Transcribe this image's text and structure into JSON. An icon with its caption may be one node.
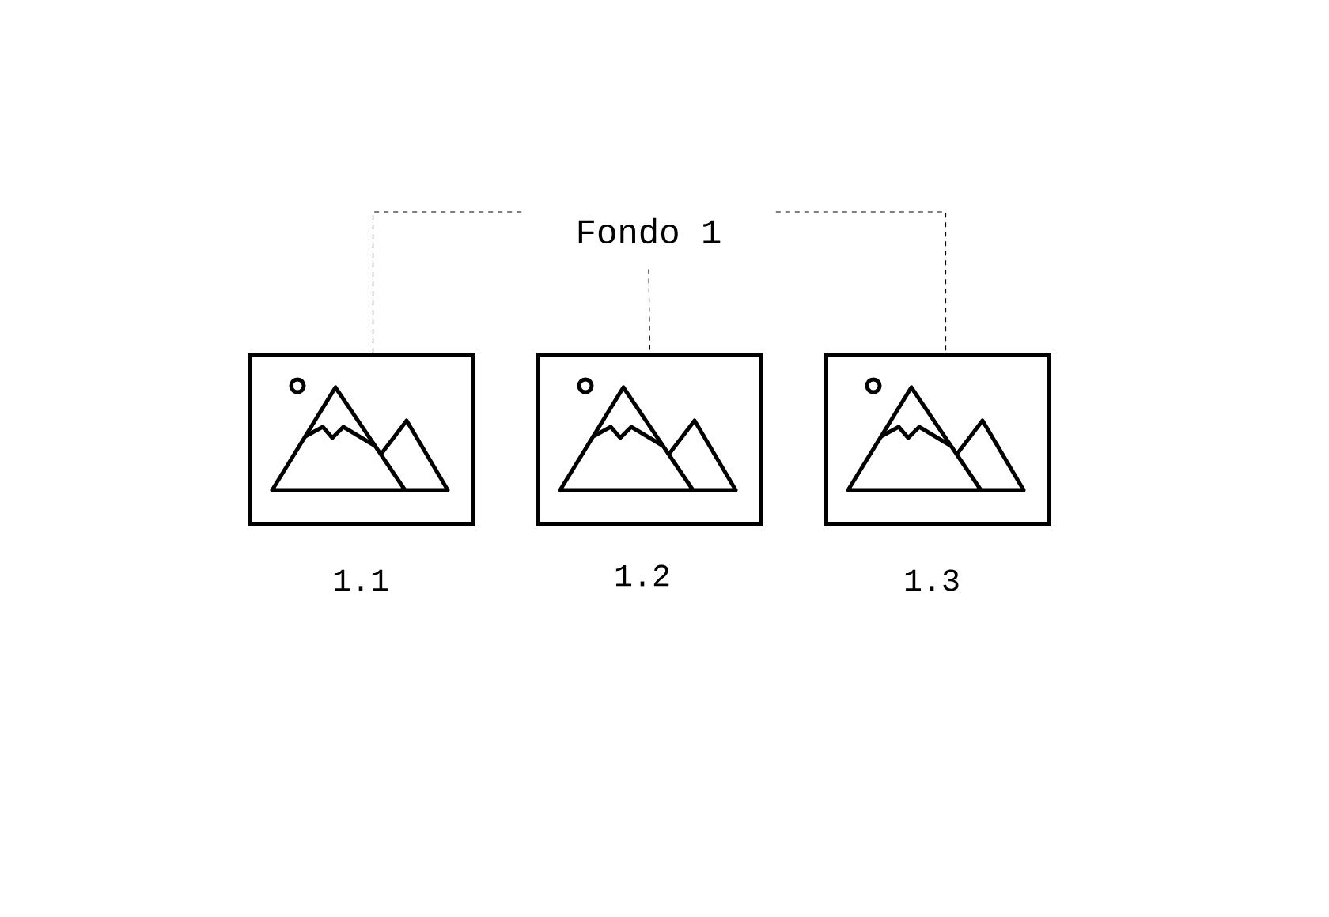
{
  "diagram": {
    "nodes": [
      {
        "text": [
          "Fondo 1"
        ]
      },
      {
        "text": [],
        "shape": "picture",
        "beside": [
          "1.1"
        ]
      },
      {
        "text": [],
        "shape": "picture",
        "beside": [
          "1.2"
        ]
      },
      {
        "text": [],
        "shape": "picture",
        "beside": [
          "1.3"
        ]
      }
    ],
    "edges": [
      {
        "from": 0,
        "to": 1,
        "arrow": "none",
        "style": "dashed"
      },
      {
        "from": 0,
        "to": 2,
        "arrow": "none",
        "style": "dashed"
      },
      {
        "from": 0,
        "to": 3,
        "arrow": "none",
        "style": "dashed"
      }
    ]
  }
}
